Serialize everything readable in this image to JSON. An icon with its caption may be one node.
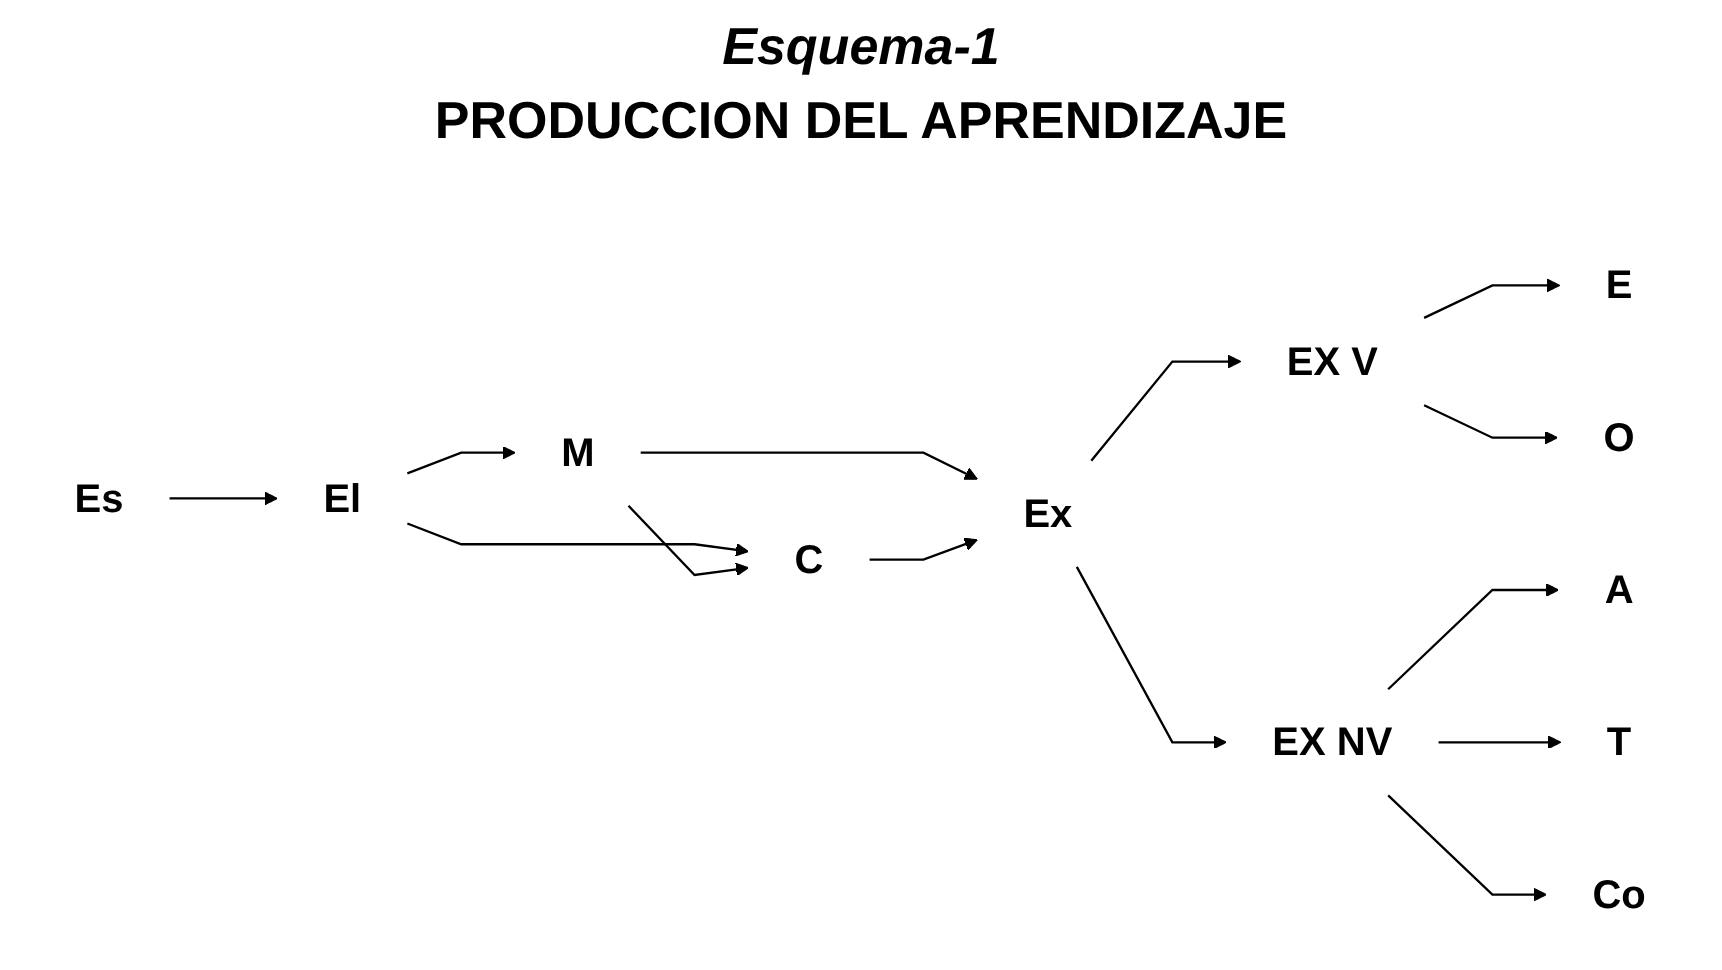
{
  "diagram": {
    "title": "Esquema-1",
    "nodes": [
      {
        "text": [
          "Es"
        ]
      },
      {
        "text": [
          "El"
        ]
      },
      {
        "text": [
          "M"
        ]
      },
      {
        "text": [
          "C"
        ]
      },
      {
        "text": [
          "Ex"
        ]
      },
      {
        "text": [
          "EX V"
        ]
      },
      {
        "text": [
          "E"
        ]
      },
      {
        "text": [
          "O"
        ]
      },
      {
        "text": [
          "EX NV"
        ]
      },
      {
        "text": [
          "A"
        ]
      },
      {
        "text": [
          "T"
        ]
      },
      {
        "text": [
          "Co"
        ]
      }
    ],
    "edges": [
      {
        "from": 0,
        "to": 1,
        "arrow": "to"
      },
      {
        "from": 1,
        "to": 2,
        "arrow": "to"
      },
      {
        "from": 1,
        "to": 3,
        "arrow": "to"
      },
      {
        "from": 2,
        "to": 3,
        "arrow": "to"
      },
      {
        "from": 2,
        "to": 4,
        "arrow": "to"
      },
      {
        "from": 3,
        "to": 4,
        "arrow": "to"
      },
      {
        "from": 4,
        "to": 5,
        "arrow": "to"
      },
      {
        "from": 4,
        "to": 8,
        "arrow": "to"
      },
      {
        "from": 5,
        "to": 6,
        "arrow": "to"
      },
      {
        "from": 5,
        "to": 7,
        "arrow": "to"
      },
      {
        "from": 8,
        "to": 9,
        "arrow": "to"
      },
      {
        "from": 8,
        "to": 10,
        "arrow": "to"
      },
      {
        "from": 8,
        "to": 11,
        "arrow": "to"
      }
    ],
    "labels": [
      "PRODUCCION DEL APRENDIZAJE"
    ]
  }
}
